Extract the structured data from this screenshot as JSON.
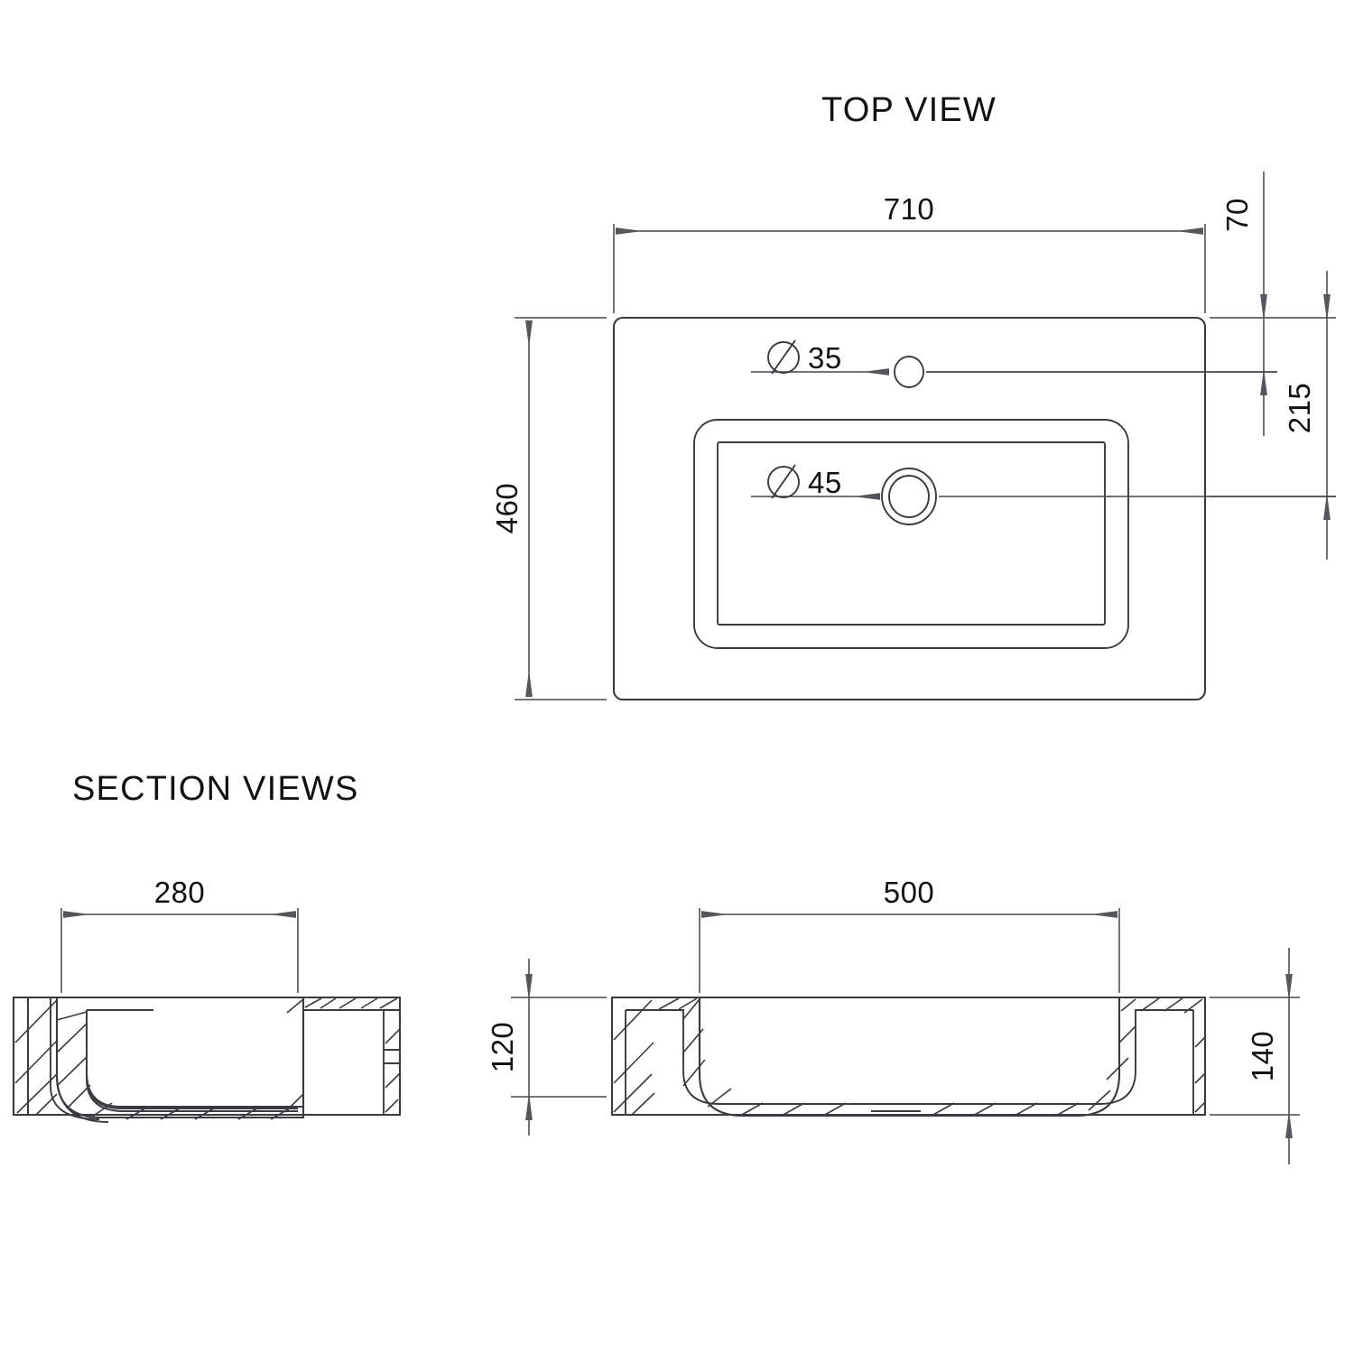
{
  "drawing": {
    "type": "technical-drawing",
    "subject": "rectangular washbasin / vanity top",
    "units": "mm",
    "background_color": "#ffffff",
    "line_color": "#3a3a42",
    "text_color": "#111115"
  },
  "views": {
    "top": {
      "title": "TOP VIEW",
      "dimensions": {
        "overall_width": "710",
        "overall_depth": "460",
        "back_edge_to_tap_hole": "70",
        "back_edge_to_waste_hole": "215",
        "tap_hole_diameter_symbol": "Ø",
        "tap_hole_diameter": "35",
        "waste_hole_diameter_symbol": "Ø",
        "waste_hole_diameter": "45"
      },
      "labels": {
        "tap_hole": "Ø 35",
        "waste_hole": "Ø 45"
      }
    },
    "sections": {
      "title": "SECTION VIEWS",
      "left_section": {
        "dimensions": {
          "bowl_width": "280"
        }
      },
      "right_section": {
        "dimensions": {
          "bowl_length": "500",
          "bowl_depth": "120",
          "overall_height": "140"
        }
      }
    }
  },
  "dimension_list": [
    {
      "value": "710",
      "orientation": "horizontal",
      "view": "top"
    },
    {
      "value": "460",
      "orientation": "vertical",
      "view": "top"
    },
    {
      "value": "70",
      "orientation": "vertical",
      "view": "top"
    },
    {
      "value": "215",
      "orientation": "vertical",
      "view": "top"
    },
    {
      "value": "Ø 35",
      "orientation": "leader",
      "view": "top"
    },
    {
      "value": "Ø 45",
      "orientation": "leader",
      "view": "top"
    },
    {
      "value": "280",
      "orientation": "horizontal",
      "view": "left-section"
    },
    {
      "value": "500",
      "orientation": "horizontal",
      "view": "right-section"
    },
    {
      "value": "120",
      "orientation": "vertical",
      "view": "right-section"
    },
    {
      "value": "140",
      "orientation": "vertical",
      "view": "right-section"
    }
  ]
}
